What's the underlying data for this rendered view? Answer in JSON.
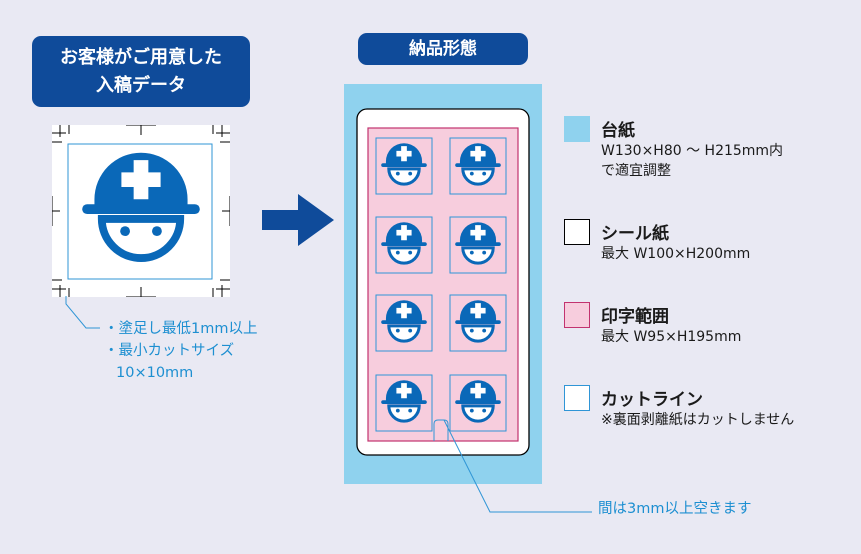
{
  "input_label": {
    "line1": "お客様がご用意した",
    "line2": "入稿データ"
  },
  "delivery_label": "納品形態",
  "input_notes": {
    "line1": "・塗足し最低1mm以上",
    "line2": "・最小カットサイズ",
    "line3": "10×10mm"
  },
  "gap_note": "間は3mm以上空きます",
  "legend": [
    {
      "title": "台紙",
      "desc1": "W130×H80 ～ H215mm内",
      "desc2": "で適宜調整",
      "color": "#8fd2ee"
    },
    {
      "title": "シール紙",
      "desc1": "最大 W100×H200mm",
      "desc2": "",
      "color": "#ffffff"
    },
    {
      "title": "印字範囲",
      "desc1": "最大 W95×H195mm",
      "desc2": "",
      "color": "#f7cddd"
    },
    {
      "title": "カットライン",
      "desc1": "※裏面剥離紙はカットしません",
      "desc2": "",
      "color": "#ffffff"
    }
  ],
  "colors": {
    "brand_blue": "#0f4b9a",
    "icon_blue": "#0a68b8",
    "note_blue": "#1d8fd1",
    "mount_blue": "#8fd2ee",
    "print_pink": "#f7cddd",
    "print_border": "#c2336f",
    "cut_line": "#2f95d6"
  },
  "icons": [
    "helmet-face-icon",
    "right-arrow-icon"
  ]
}
